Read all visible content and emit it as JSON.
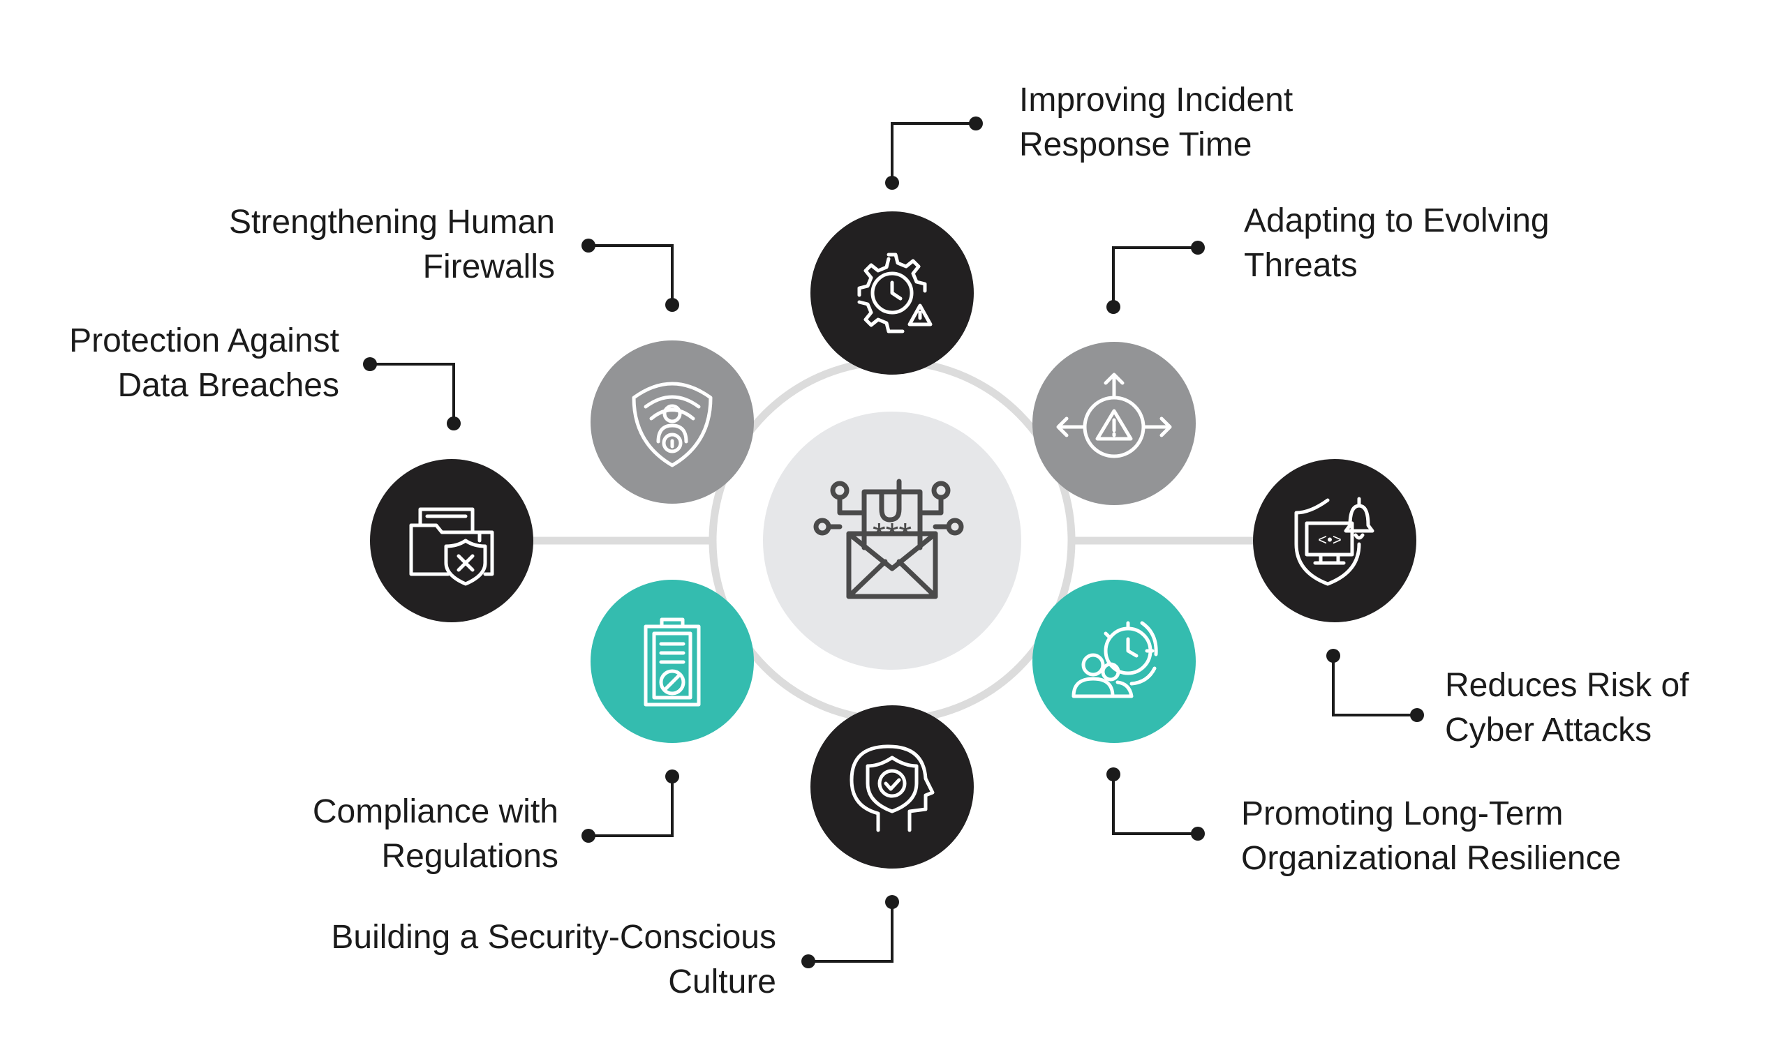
{
  "colors": {
    "dark": "#222021",
    "gray": "#939496",
    "teal": "#34bcaf",
    "center": "#e6e7e9",
    "ring": "#dcdcdc",
    "connector": "#1b1b1b",
    "icon_light": "#ffffff",
    "icon_center": "#4a4a4a"
  },
  "center": {
    "icon": "phishing-email-icon"
  },
  "nodes": [
    {
      "id": "incident-response",
      "style": "dark",
      "icon": "gear-clock-alert-icon",
      "label": [
        "Improving Incident",
        "Response Time"
      ]
    },
    {
      "id": "evolving-threats",
      "style": "gray",
      "icon": "warning-arrows-icon",
      "label": [
        "Adapting to Evolving",
        "Threats"
      ]
    },
    {
      "id": "cyber-attacks",
      "style": "dark",
      "icon": "shield-monitor-bell-icon",
      "label": [
        "Reduces Risk of",
        "Cyber Attacks"
      ]
    },
    {
      "id": "resilience",
      "style": "teal",
      "icon": "team-gear-clock-icon",
      "label": [
        "Promoting Long-Term",
        "Organizational Resilience"
      ]
    },
    {
      "id": "culture",
      "style": "dark",
      "icon": "head-shield-check-icon",
      "label": [
        "Building a Security-Conscious",
        "Culture"
      ]
    },
    {
      "id": "compliance",
      "style": "teal",
      "icon": "clipboard-denied-icon",
      "label": [
        "Compliance with",
        "Regulations"
      ]
    },
    {
      "id": "data-breaches",
      "style": "dark",
      "icon": "folder-shield-x-icon",
      "label": [
        "Protection Against",
        "Data Breaches"
      ]
    },
    {
      "id": "human-firewalls",
      "style": "gray",
      "icon": "shield-user-lock-icon",
      "label": [
        "Strengthening Human",
        "Firewalls"
      ]
    }
  ]
}
